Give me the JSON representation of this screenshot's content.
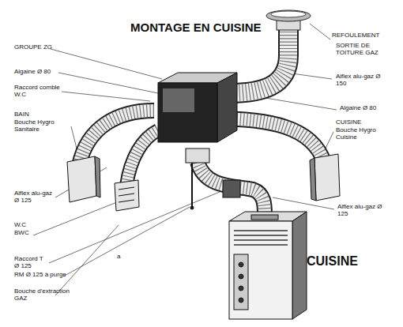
{
  "diagram": {
    "title": "MONTAGE EN CUISINE",
    "labels": [
      "GROUPE ZG",
      "Algaine Ø 80",
      "Raccord comble W.C",
      "BAIN",
      "Bouche Hygro Sanitaire",
      "Alflex alu-gaz Ø 125",
      "W.C",
      "BWC",
      "Raccord T Ø 125",
      "RM Ø 125 à purge",
      "Bouche d'extraction GAZ",
      "a",
      "REFOULEMENT",
      "SORTIE DE TOITURE GAZ",
      "Alflex alu-gaz Ø 150",
      "Algaine Ø 80",
      "CUISINE",
      "Bouche Hygro Cuisine",
      "Alflex alu-gaz Ø 125",
      "CUISINE"
    ]
  }
}
